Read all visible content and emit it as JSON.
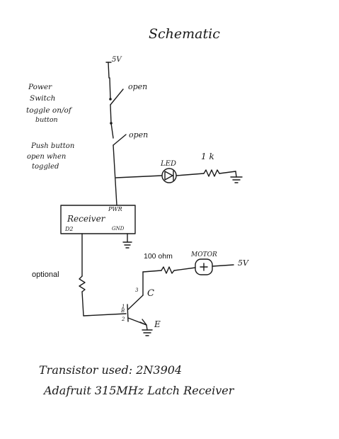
{
  "title": "Schematic",
  "supply_top": "5V",
  "switch_open_label": "open",
  "power_switch_label": [
    "Power",
    "Switch",
    "toggle on/of",
    "button"
  ],
  "pushbutton_open_label": "open",
  "pushbutton_label": [
    "Push button",
    "open when",
    "toggled"
  ],
  "led_label": "LED",
  "resistor_1k_label": "1 k",
  "receiver": {
    "name": "Receiver",
    "pin_pwr": "PWR",
    "pin_d2": "D2",
    "pin_gnd": "GND"
  },
  "resistor_100_label": "100 ohm",
  "motor_label": "MOTOR",
  "supply_motor": "5V",
  "optional_label": "optional",
  "transistor": {
    "c": "C",
    "e": "E",
    "b": "B",
    "pin1": "1",
    "pin2": "2",
    "pin3": "3"
  },
  "notes": [
    "Transistor used: 2N3904",
    "Adafruit 315MHz Latch Receiver"
  ]
}
